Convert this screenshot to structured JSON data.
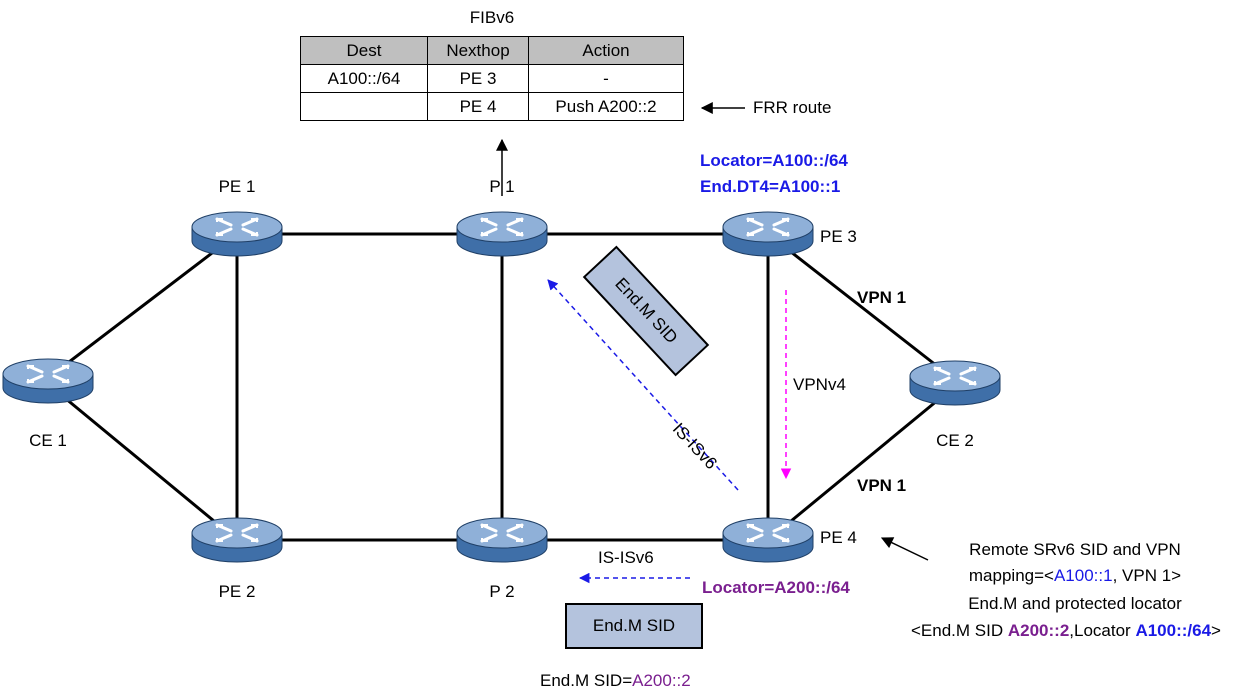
{
  "fib": {
    "title": "FIBv6",
    "headers": [
      "Dest",
      "Nexthop",
      "Action"
    ],
    "rows": [
      [
        "A100::/64",
        "PE 3",
        "-"
      ],
      [
        "",
        "PE 4",
        "Push A200::2"
      ]
    ],
    "frr_label": "FRR route"
  },
  "nodes": {
    "pe1": "PE 1",
    "pe2": "PE 2",
    "p1": "P 1",
    "p2": "P 2",
    "pe3": "PE 3",
    "pe4": "PE 4",
    "ce1": "CE 1",
    "ce2": "CE 2"
  },
  "pe3_info": {
    "locator": "Locator=A100::/64",
    "end_dt4": "End.DT4=A100::1"
  },
  "links": {
    "vpn1_top": "VPN 1",
    "vpn1_bottom": "VPN 1",
    "vpnv4": "VPNv4",
    "isis_diag": "IS-ISv6",
    "isis_bottom": "IS-ISv6"
  },
  "sid_boxes": {
    "diag": "End.M SID",
    "bottom": "End.M SID"
  },
  "pe4_info": {
    "locator": "Locator=A200::/64"
  },
  "end_m_sid_line": {
    "prefix": "End.M SID=",
    "value": "A200::2"
  },
  "annotation": {
    "line1": "Remote SRv6 SID and VPN",
    "line2_prefix": "mapping=<",
    "line2_sid": "A100::1",
    "line2_suffix": ", VPN 1>",
    "line3": "End.M and protected locator",
    "line4_prefix": "<End.M SID ",
    "line4_sid": "A200::2",
    "line4_mid": ",Locator ",
    "line4_loc": "A100::/64",
    "line4_suffix": ">"
  },
  "colors": {
    "router_fill": "#3f6fa8",
    "router_top": "#8fb0d8",
    "sid_box": "#b4c3dd",
    "table_header": "#bfbfbf",
    "blue_text": "#1a1ae6",
    "purple_text": "#7a1f8f",
    "vpnv4_arrow": "#ff00ff",
    "isis_arrow": "#1a1ae6"
  }
}
